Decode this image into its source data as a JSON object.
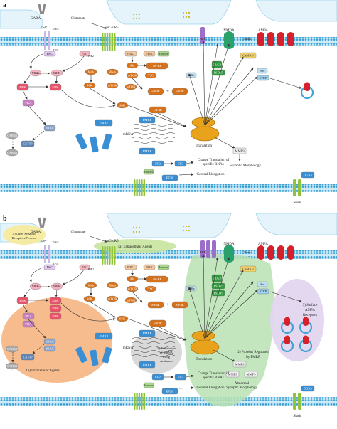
{
  "panels": [
    {
      "letter": "a",
      "labels": {
        "gaba": "GABA",
        "glutamate": "Glutamate",
        "mglur5": "mGluR5",
        "nmda": "NMDA",
        "ampa": "AMPA",
        "ca": "Ca²⁺",
        "dag": "DAG",
        "ip3": "IP3",
        "pkc": "PKC",
        "plc": "PLC",
        "pip2": "PIP2",
        "homer": "Homer",
        "pdk1": "PDK1",
        "pi3k": "PI3K",
        "shank": "Shank",
        "app": "APP",
        "dlg2": "DLG2",
        "psd95": "PSD95",
        "camkii": "CaMKII",
        "arc": "Arc",
        "step": "STEP",
        "pike": "PIKe",
        "mek": "MEK",
        "erk": "ERK",
        "p": "P",
        "pka": "PKA",
        "gsk3b": "GSK3β",
        "drac": "dRAC",
        "cyfip": "CYFIP",
        "mnk": "Mnk",
        "rheb": "Rheb",
        "mtor": "mTOR",
        "akt": "Akt",
        "tsc": "TSC",
        "s6k": "S6K",
        "eif4e": "eIF4E",
        "4ebp": "4E-BP",
        "plus": "+",
        "fmrp": "FMRP",
        "mrna": "mRNA",
        "cyfip1": "CYFIP1",
        "translation": "Translation↑",
        "mmp9": "MMP9",
        "synaptic": "Synaptic Morphology",
        "ef2": "EF2",
        "ef2k": "EF2K",
        "change1": "Change Translation of",
        "change2": "specific RNAs",
        "general": "General Elongation",
        "slack": "Slack",
        "dgkk": "DGKk"
      }
    },
    {
      "letter": "b",
      "labels": {
        "gaba": "GABA",
        "glutamate": "Glutamate",
        "mglur5": "mGluR5",
        "nmda": "NMDA",
        "ampa": "AMPA",
        "ca": "Ca²⁺",
        "dag": "DAG",
        "ip3": "IP3",
        "pkc": "PKC",
        "plc": "PLC",
        "pip2": "PIP2",
        "homer": "Homer",
        "pdk1": "PDK1",
        "pi3k": "PI3K",
        "shank": "Shank",
        "app": "APP",
        "dlg2": "DLG2",
        "psd95": "PSD95",
        "camkii": "CaMKII",
        "arc": "Arc",
        "step": "STEP",
        "pike": "PIKe",
        "mek": "MEK",
        "erk": "ERK",
        "p": "P",
        "pka": "PKA",
        "gsk3b": "GSK3β",
        "drac": "dRAC",
        "cyfip": "CYFIP",
        "mnk": "Mnk",
        "rheb": "Rheb",
        "mtor": "mTOR",
        "akt": "Akt",
        "tsc": "TSC",
        "s6k": "S6K",
        "eif4e": "eIF4E",
        "4ebp": "4E-BP",
        "plus": "+",
        "fmrp": "FMRP",
        "mrna": "mRNA",
        "cyfip1": "CYFIP1",
        "translation": "Translation↑",
        "mmp9": "MMP9",
        "synaptic": "Synaptic Morphology",
        "ef2": "EF2",
        "ef2k": "EF2K",
        "change1": "Change Translation of",
        "change2": "specific RNAs",
        "general": "General Elongation",
        "slack": "Slack",
        "dgkk": "DGKk",
        "abnormal1": "Abnormal",
        "abnormal2": "Synaptic Morphology"
      },
      "regions": {
        "r1a": "1a) Extracellular Agents",
        "r1b": "1b) Intracellular Agents",
        "r2_1": "2) Proteins Regulated",
        "r2_2": "by FMRP",
        "r3_1": "3) Surface",
        "r3_2": "AMPA",
        "r3_3": "Receptors",
        "r4_1": "4) Other Synaptic",
        "r4_2": "Receptors/Proteins",
        "r5_1": "5) Translation",
        "r5_2": "of mRNA",
        "r5_3": "using",
        "r5_4": "Antisense"
      }
    }
  ],
  "colors": {
    "membrane": "#bfe3f4",
    "membrane_dot": "#3ea4d4",
    "erk": "#e8536a",
    "pka": "#c77fc0",
    "mtor_chain": "#d7721b",
    "fmrp": "#3a8fd4",
    "receptor_green": "#8fc43a",
    "ampa_red": "#d6202b",
    "nmda_green": "#2aa06a",
    "psd_green": "#2e9a3c",
    "app_purple": "#9b6fc7",
    "ribosome": "#e8a21c",
    "region_green": "#b9e2b3",
    "region_orange": "#f6b07a",
    "region_purple": "#e3d6ef",
    "region_yellow": "#f5ea9e",
    "region_gray": "#d7d7d7"
  }
}
